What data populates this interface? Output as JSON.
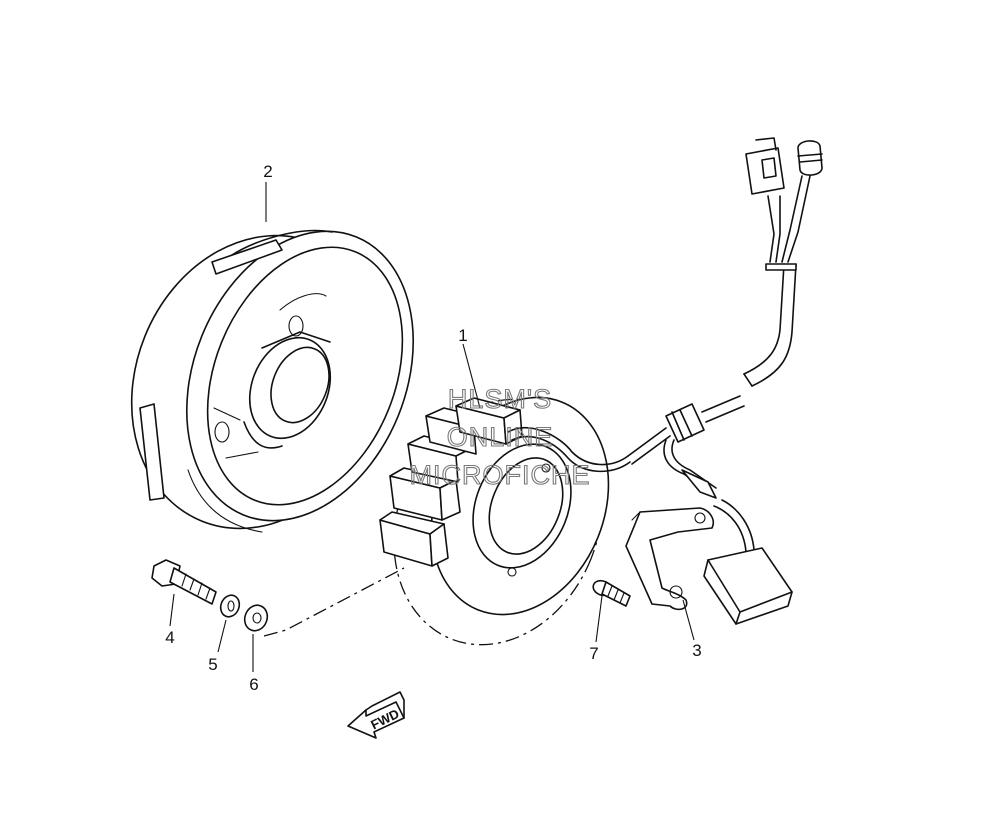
{
  "callouts": {
    "stator": "1",
    "rotor": "2",
    "bracket": "3",
    "bolt_flywheel": "4",
    "washer_small": "5",
    "washer_large": "6",
    "screw_bracket": "7"
  },
  "direction_arrow": {
    "label": "FWD"
  },
  "watermark": {
    "line1": "HLSM'S",
    "line2": "ONLINE",
    "line3": "MICROFICHE"
  }
}
